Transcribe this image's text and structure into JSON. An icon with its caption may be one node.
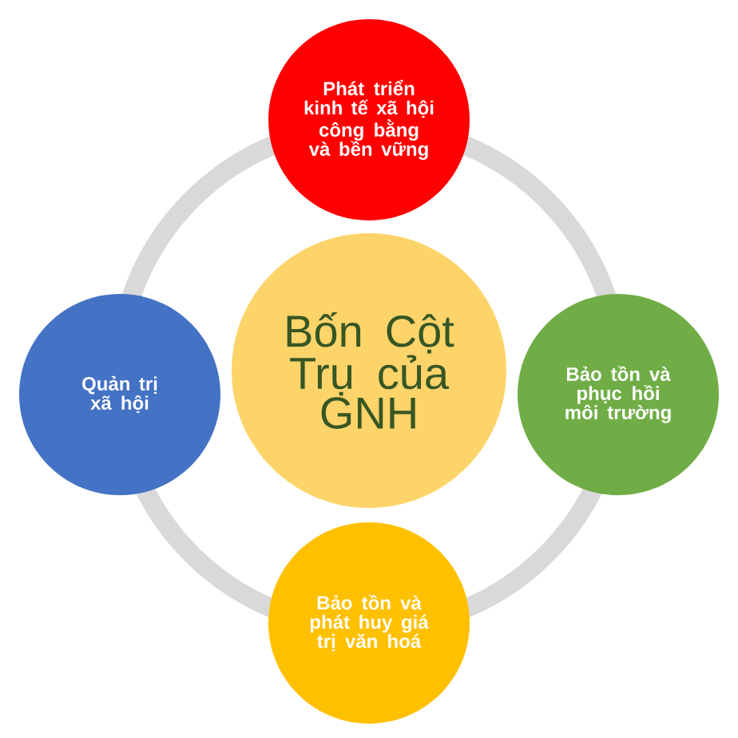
{
  "diagram": {
    "nodes": [
      {
        "text": [
          "Bốn Cột Trụ của GNH"
        ]
      },
      {
        "text": [
          "Phát triển kinh tế xã hội công bằng và bền vững"
        ]
      },
      {
        "text": [
          "Quản trị xã hội"
        ]
      },
      {
        "text": [
          "Bảo tồn và phục hồi môi trường"
        ]
      },
      {
        "text": [
          "Bảo tồn và phát huy giá trị văn hoá"
        ]
      }
    ]
  }
}
